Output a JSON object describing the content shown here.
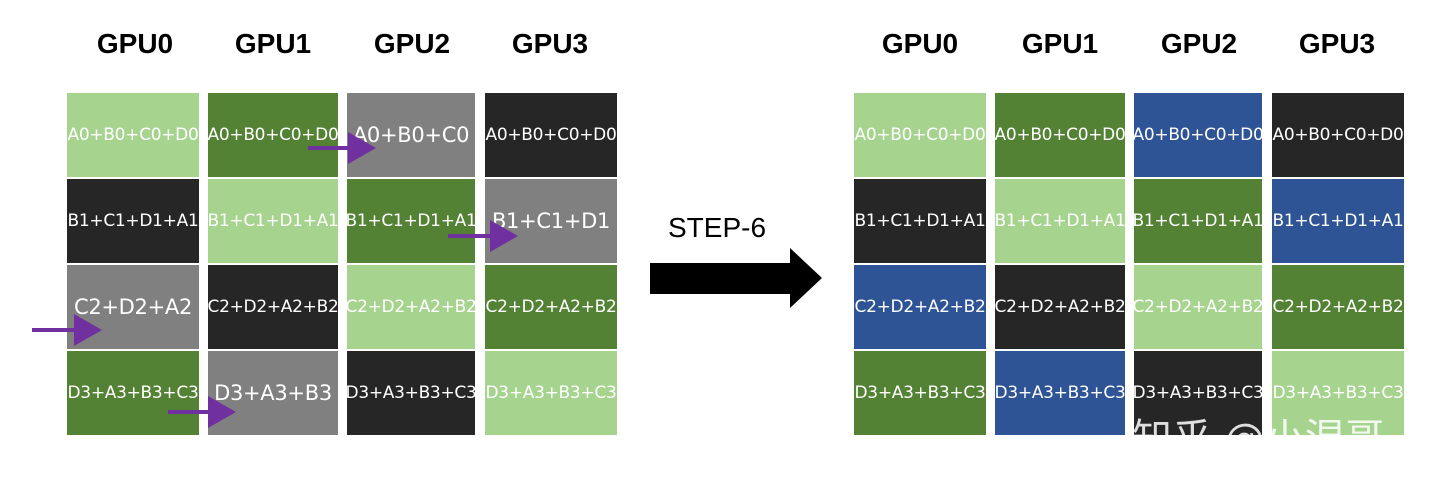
{
  "step_label": "STEP-6",
  "watermark": "知乎 @小湿哥",
  "colors": {
    "light_green": "#a6d48f",
    "dark_green": "#538234",
    "gray": "#808080",
    "black": "#262626",
    "blue": "#2f5496",
    "arrow_purple": "#7030a0",
    "big_arrow": "#000000"
  },
  "left_panel": {
    "headers": [
      "GPU0",
      "GPU1",
      "GPU2",
      "GPU3"
    ],
    "rows": [
      [
        "A0+B0+C0+D0",
        "A0+B0+C0+D0",
        "A0+B0+C0",
        "A0+B0+C0+D0"
      ],
      [
        "B1+C1+D1+A1",
        "B1+C1+D1+A1",
        "B1+C1+D1+A1",
        "B1+C1+D1"
      ],
      [
        "C2+D2+A2",
        "C2+D2+A2+B2",
        "C2+D2+A2+B2",
        "C2+D2+A2+B2"
      ],
      [
        "D3+A3+B3+C3",
        "D3+A3+B3",
        "D3+A3+B3+C3",
        "D3+A3+B3+C3"
      ]
    ],
    "colors": [
      [
        "light_green",
        "dark_green",
        "gray",
        "black"
      ],
      [
        "black",
        "light_green",
        "dark_green",
        "gray"
      ],
      [
        "gray",
        "black",
        "light_green",
        "dark_green"
      ],
      [
        "dark_green",
        "gray",
        "black",
        "light_green"
      ]
    ]
  },
  "right_panel": {
    "headers": [
      "GPU0",
      "GPU1",
      "GPU2",
      "GPU3"
    ],
    "rows": [
      [
        "A0+B0+C0+D0",
        "A0+B0+C0+D0",
        "A0+B0+C0+D0",
        "A0+B0+C0+D0"
      ],
      [
        "B1+C1+D1+A1",
        "B1+C1+D1+A1",
        "B1+C1+D1+A1",
        "B1+C1+D1+A1"
      ],
      [
        "C2+D2+A2+B2",
        "C2+D2+A2+B2",
        "C2+D2+A2+B2",
        "C2+D2+A2+B2"
      ],
      [
        "D3+A3+B3+C3",
        "D3+A3+B3+C3",
        "D3+A3+B3+C3",
        "D3+A3+B3+C3"
      ]
    ],
    "colors": [
      [
        "light_green",
        "dark_green",
        "blue",
        "black"
      ],
      [
        "black",
        "light_green",
        "dark_green",
        "blue"
      ],
      [
        "blue",
        "black",
        "light_green",
        "dark_green"
      ],
      [
        "dark_green",
        "blue",
        "black",
        "light_green"
      ]
    ]
  }
}
